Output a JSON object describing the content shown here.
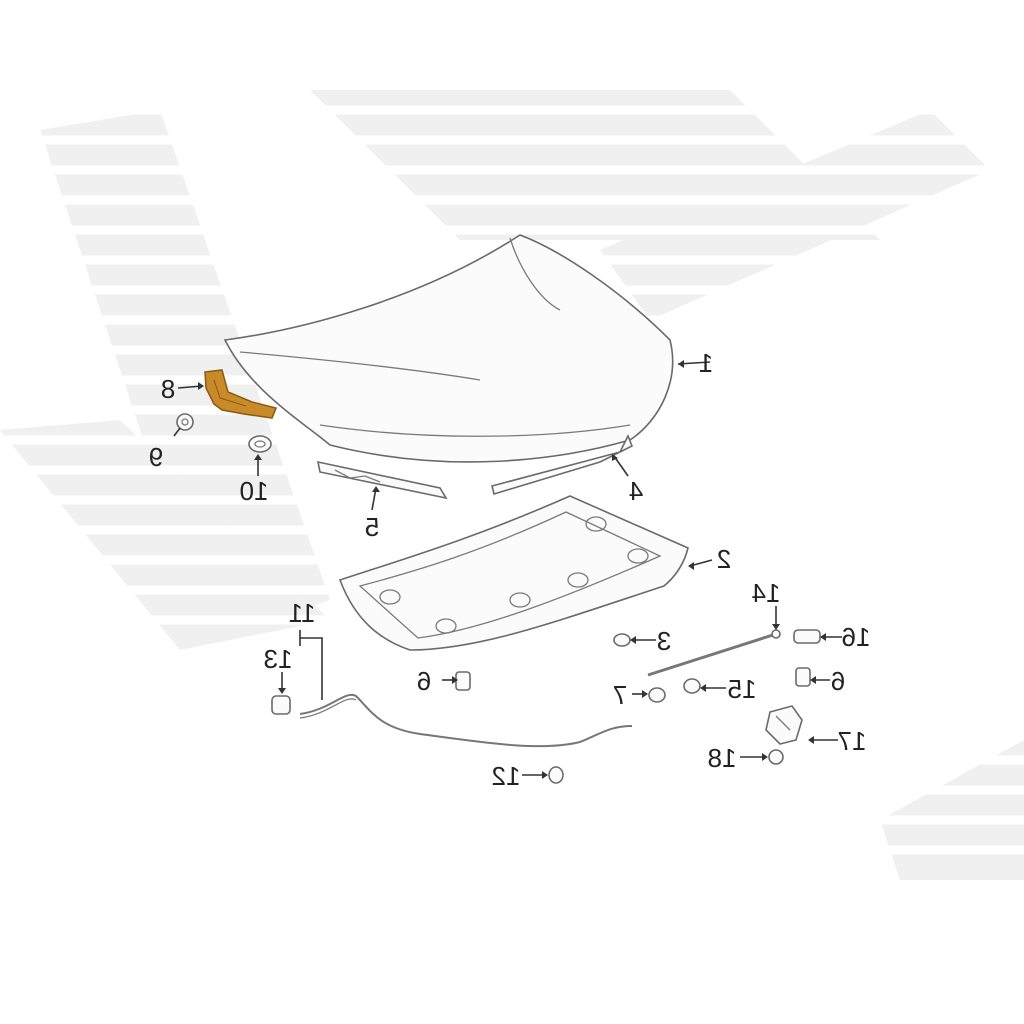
{
  "diagram": {
    "callouts": {
      "c1": "1",
      "c2": "2",
      "c3": "3",
      "c4": "4",
      "c5": "5",
      "c6a": "6",
      "c6b": "6",
      "c7": "7",
      "c8": "8",
      "c9": "9",
      "c10": "10",
      "c11": "11",
      "c12": "12",
      "c13": "13",
      "c14": "14",
      "c15": "15",
      "c16": "16",
      "c17": "17",
      "c18": "18"
    },
    "highlighted_part": "8",
    "colors": {
      "highlight": "#c98a2a",
      "outline": "#6a6a6a",
      "watermark": "#ececec"
    }
  }
}
